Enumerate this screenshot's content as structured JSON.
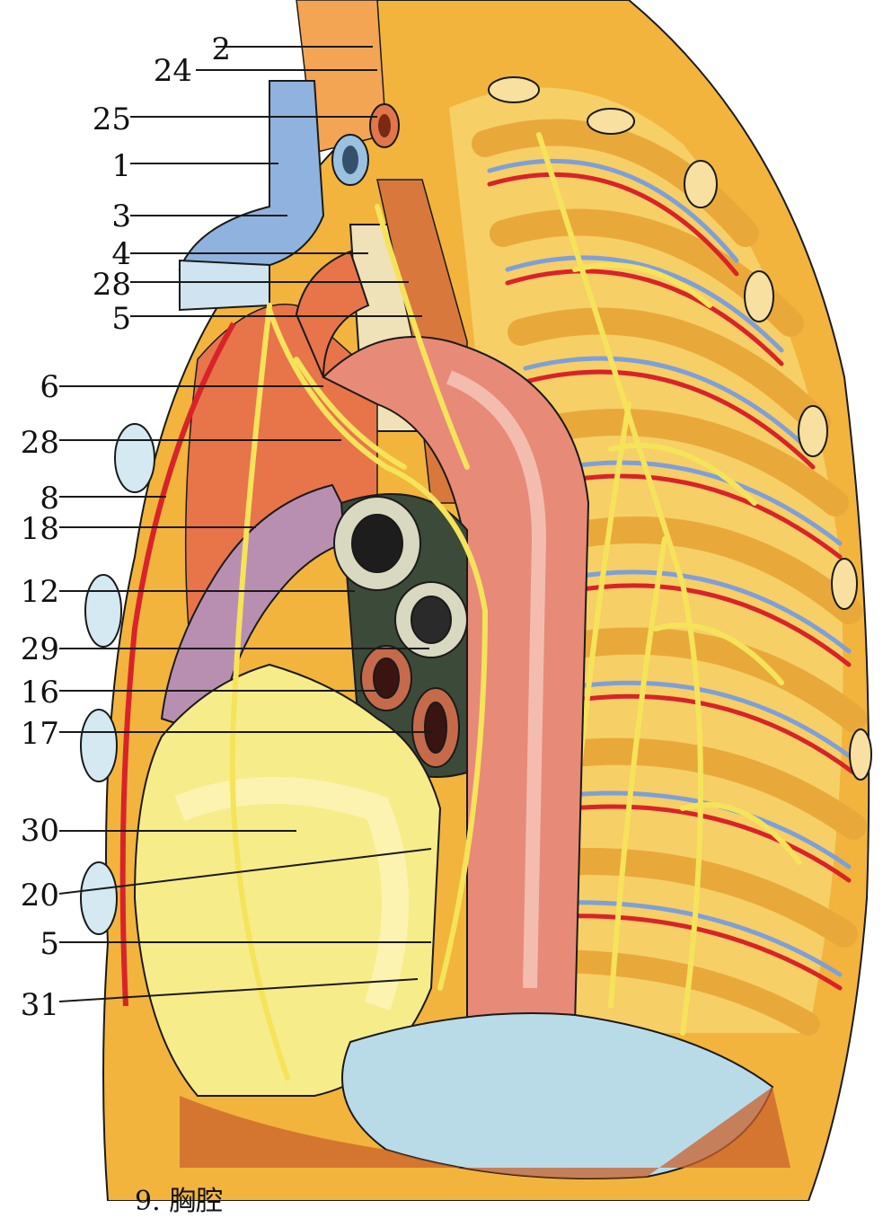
{
  "labels": [
    {
      "id": "2",
      "text": "2"
    },
    {
      "id": "24",
      "text": "24"
    },
    {
      "id": "25",
      "text": "25"
    },
    {
      "id": "1",
      "text": "1"
    },
    {
      "id": "3",
      "text": "3"
    },
    {
      "id": "4",
      "text": "4"
    },
    {
      "id": "28a",
      "text": "28"
    },
    {
      "id": "5a",
      "text": "5"
    },
    {
      "id": "6",
      "text": "6"
    },
    {
      "id": "28b",
      "text": "28"
    },
    {
      "id": "8",
      "text": "8"
    },
    {
      "id": "18",
      "text": "18"
    },
    {
      "id": "12",
      "text": "12"
    },
    {
      "id": "29",
      "text": "29"
    },
    {
      "id": "16",
      "text": "16"
    },
    {
      "id": "17",
      "text": "17"
    },
    {
      "id": "30",
      "text": "30"
    },
    {
      "id": "20",
      "text": "20"
    },
    {
      "id": "5b",
      "text": "5"
    },
    {
      "id": "31",
      "text": "31"
    }
  ],
  "caption": "9. 胸腔",
  "colors": {
    "background": "#ffffff",
    "tissue": "#f2b43c",
    "tissue_light": "#f7d36e",
    "aorta": "#e88a78",
    "artery": "#d8232a",
    "vein": "#7f9fd8",
    "nerve": "#f5e35a",
    "heart": "#f7ec8a",
    "diaphragm": "#b9dbe8",
    "pulmonary": "#b98fb1",
    "muscle": "#c9622c",
    "outline": "#1a1a1a"
  }
}
